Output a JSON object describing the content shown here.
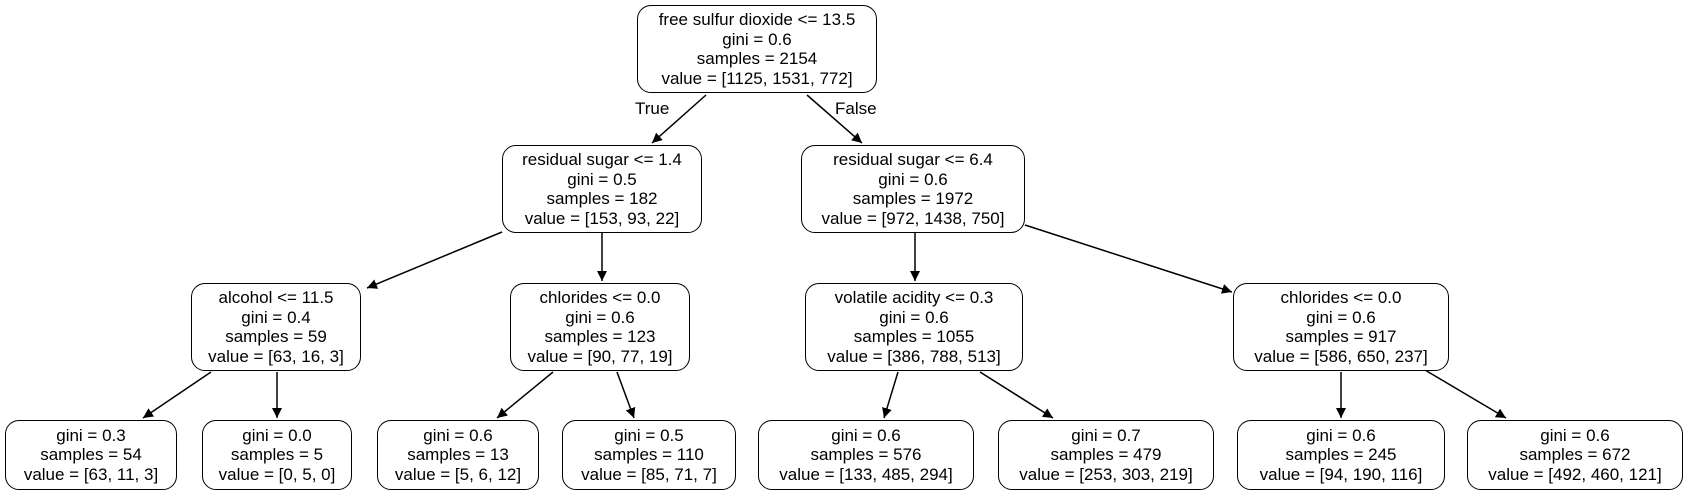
{
  "colors": {
    "stroke": "#000000",
    "fill": "#ffffff",
    "text": "#000000"
  },
  "edge_labels": {
    "true_label": "True",
    "false_label": "False"
  },
  "nodes": {
    "n0": {
      "split": "free sulfur dioxide <= 13.5",
      "gini": "gini = 0.6",
      "samples": "samples = 2154",
      "value": "value = [1125, 1531, 772]"
    },
    "n1": {
      "split": "residual sugar <= 1.4",
      "gini": "gini = 0.5",
      "samples": "samples = 182",
      "value": "value = [153, 93, 22]"
    },
    "n2": {
      "split": "residual sugar <= 6.4",
      "gini": "gini = 0.6",
      "samples": "samples = 1972",
      "value": "value = [972, 1438, 750]"
    },
    "n3": {
      "split": "alcohol <= 11.5",
      "gini": "gini = 0.4",
      "samples": "samples = 59",
      "value": "value = [63, 16, 3]"
    },
    "n4": {
      "split": "chlorides <= 0.0",
      "gini": "gini = 0.6",
      "samples": "samples = 123",
      "value": "value = [90, 77, 19]"
    },
    "n5": {
      "split": "volatile acidity <= 0.3",
      "gini": "gini = 0.6",
      "samples": "samples = 1055",
      "value": "value = [386, 788, 513]"
    },
    "n6": {
      "split": "chlorides <= 0.0",
      "gini": "gini = 0.6",
      "samples": "samples = 917",
      "value": "value = [586, 650, 237]"
    },
    "n7": {
      "gini": "gini = 0.3",
      "samples": "samples = 54",
      "value": "value = [63, 11, 3]"
    },
    "n8": {
      "gini": "gini = 0.0",
      "samples": "samples = 5",
      "value": "value = [0, 5, 0]"
    },
    "n9": {
      "gini": "gini = 0.6",
      "samples": "samples = 13",
      "value": "value = [5, 6, 12]"
    },
    "n10": {
      "gini": "gini = 0.5",
      "samples": "samples = 110",
      "value": "value = [85, 71, 7]"
    },
    "n11": {
      "gini": "gini = 0.6",
      "samples": "samples = 576",
      "value": "value = [133, 485, 294]"
    },
    "n12": {
      "gini": "gini = 0.7",
      "samples": "samples = 479",
      "value": "value = [253, 303, 219]"
    },
    "n13": {
      "gini": "gini = 0.6",
      "samples": "samples = 245",
      "value": "value = [94, 190, 116]"
    },
    "n14": {
      "gini": "gini = 0.6",
      "samples": "samples = 672",
      "value": "value = [492, 460, 121]"
    }
  }
}
